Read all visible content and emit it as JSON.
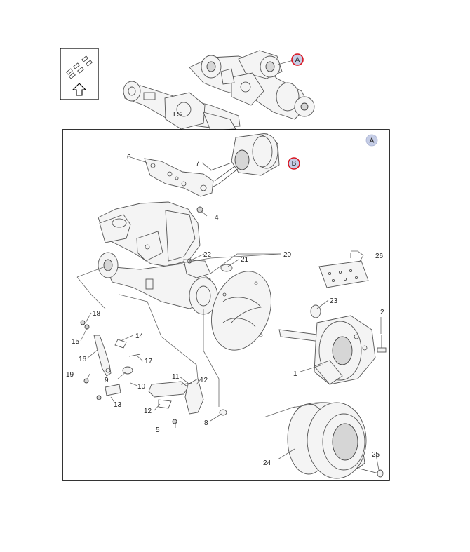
{
  "marker": {
    "letter": "A"
  },
  "overview": {
    "arrow_icon": "up-arrow-icon",
    "highlight_color": "#d9131f"
  },
  "callouts": {
    "p1": "1",
    "p2": "2",
    "p4": "4",
    "p5": "5",
    "p6": "6",
    "p7": "7",
    "p8": "8",
    "p9": "9",
    "p10": "10",
    "p11": "11",
    "p12a": "12",
    "p12b": "12",
    "p13": "13",
    "p14": "14",
    "p15": "15",
    "p16": "16",
    "p17": "17",
    "p18": "18",
    "p19": "19",
    "p20": "20",
    "p21": "21",
    "p22": "22",
    "p23": "23",
    "p24": "24",
    "p25": "25",
    "p26": "26"
  },
  "colors": {
    "marker_fill": "#c5cde6",
    "highlight": "#d9131f"
  }
}
